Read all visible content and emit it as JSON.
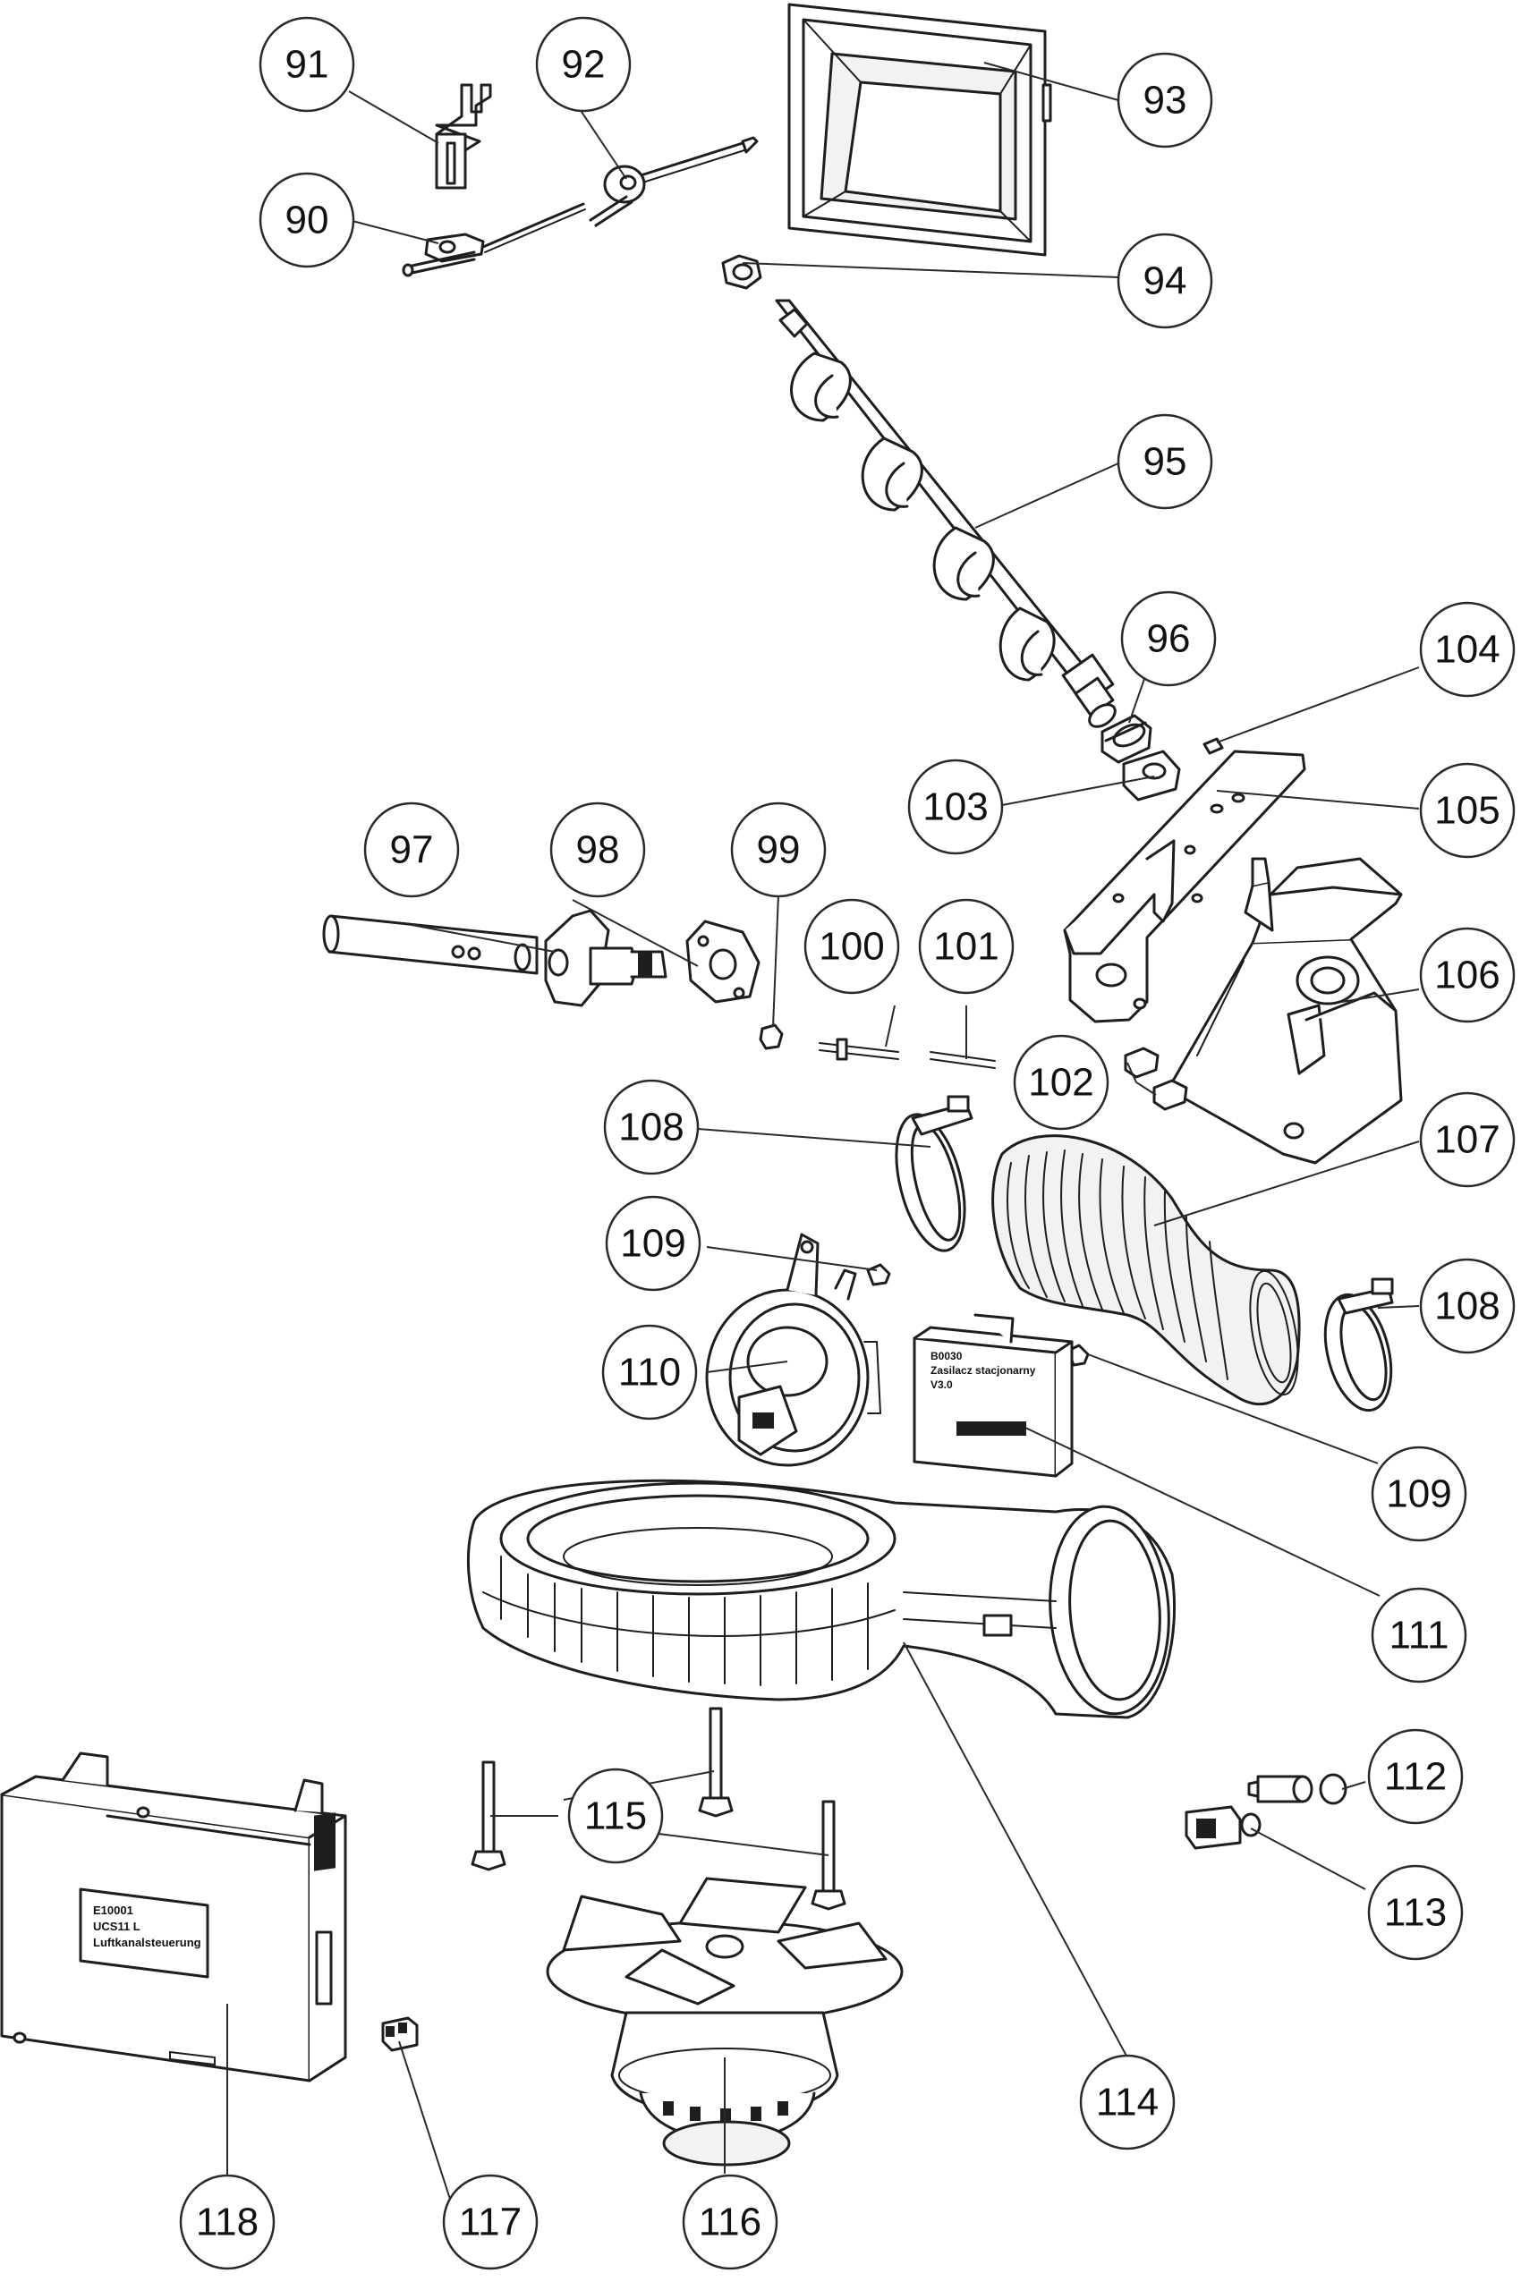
{
  "callouts": [
    {
      "id": "90",
      "label": "90"
    },
    {
      "id": "91",
      "label": "91"
    },
    {
      "id": "92",
      "label": "92"
    },
    {
      "id": "93",
      "label": "93"
    },
    {
      "id": "94",
      "label": "94"
    },
    {
      "id": "95",
      "label": "95"
    },
    {
      "id": "96",
      "label": "96"
    },
    {
      "id": "97",
      "label": "97"
    },
    {
      "id": "98",
      "label": "98"
    },
    {
      "id": "99",
      "label": "99"
    },
    {
      "id": "100",
      "label": "100"
    },
    {
      "id": "101",
      "label": "101"
    },
    {
      "id": "102",
      "label": "102"
    },
    {
      "id": "103",
      "label": "103"
    },
    {
      "id": "104",
      "label": "104"
    },
    {
      "id": "105",
      "label": "105"
    },
    {
      "id": "106",
      "label": "106"
    },
    {
      "id": "107",
      "label": "107"
    },
    {
      "id": "108a",
      "label": "108"
    },
    {
      "id": "108b",
      "label": "108"
    },
    {
      "id": "109a",
      "label": "109"
    },
    {
      "id": "109b",
      "label": "109"
    },
    {
      "id": "110",
      "label": "110"
    },
    {
      "id": "111",
      "label": "111"
    },
    {
      "id": "112",
      "label": "112"
    },
    {
      "id": "113",
      "label": "113"
    },
    {
      "id": "114",
      "label": "114"
    },
    {
      "id": "115",
      "label": "115"
    },
    {
      "id": "116",
      "label": "116"
    },
    {
      "id": "117",
      "label": "117"
    },
    {
      "id": "118",
      "label": "118"
    }
  ],
  "component_labels": {
    "module_111": [
      "B0030",
      "Zasilacz stacjonarny",
      "V3.0"
    ],
    "controller_118": [
      "E10001",
      "UCS11 L",
      "Luftkanalsteuerung"
    ]
  }
}
